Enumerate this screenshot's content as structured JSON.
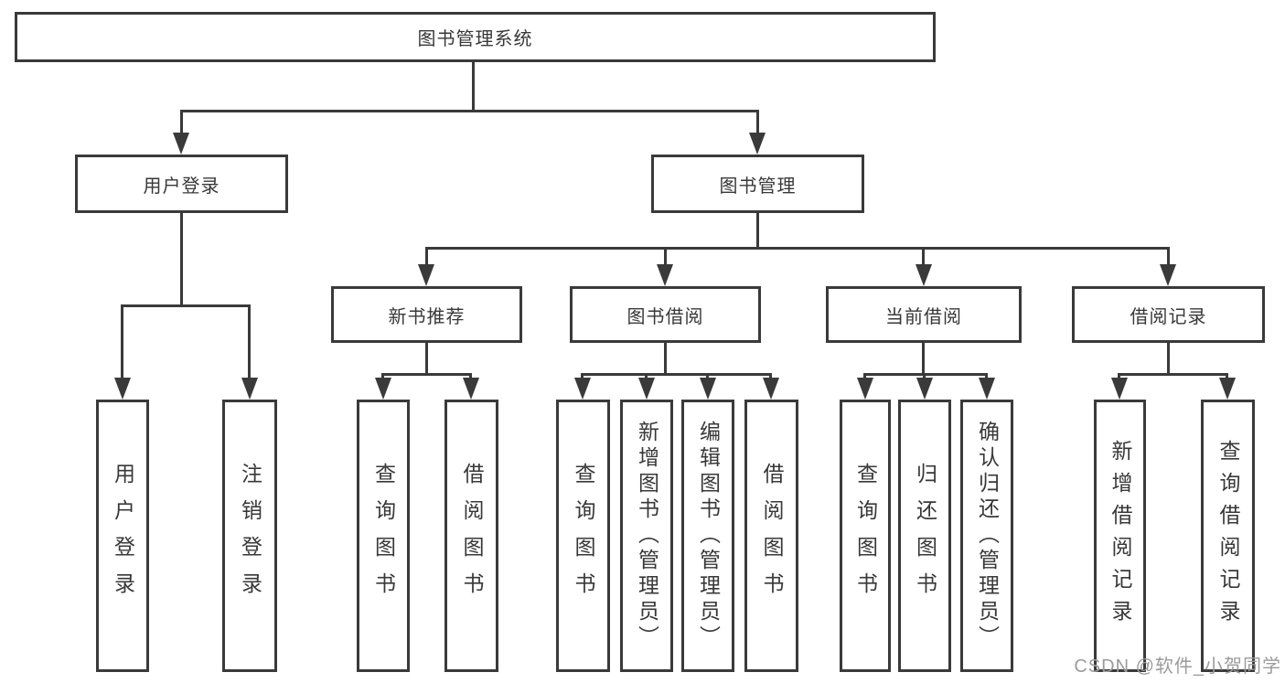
{
  "diagram_type": "hierarchy-tree",
  "tree": {
    "label": "图书管理系统",
    "children": [
      {
        "label": "用户登录",
        "children": [
          {
            "label": "用户登录"
          },
          {
            "label": "注销登录"
          }
        ]
      },
      {
        "label": "图书管理",
        "children": [
          {
            "label": "新书推荐",
            "children": [
              {
                "label": "查询图书"
              },
              {
                "label": "借阅图书"
              }
            ]
          },
          {
            "label": "图书借阅",
            "children": [
              {
                "label": "查询图书"
              },
              {
                "label": "新增图书（管理员）"
              },
              {
                "label": "编辑图书（管理员）"
              },
              {
                "label": "借阅图书"
              }
            ]
          },
          {
            "label": "当前借阅",
            "children": [
              {
                "label": "查询图书"
              },
              {
                "label": "归还图书"
              },
              {
                "label": "确认归还（管理员）"
              }
            ]
          },
          {
            "label": "借阅记录",
            "children": [
              {
                "label": "新增借阅记录"
              },
              {
                "label": "查询借阅记录"
              }
            ]
          }
        ]
      }
    ]
  },
  "watermark": {
    "text": "CSDN @软件_小贺同学"
  },
  "colors": {
    "line": "#3a3a3a",
    "box_border": "#3a3a3a",
    "text": "#383838",
    "background": "#ffffff",
    "watermark": "#9b9b9b"
  }
}
